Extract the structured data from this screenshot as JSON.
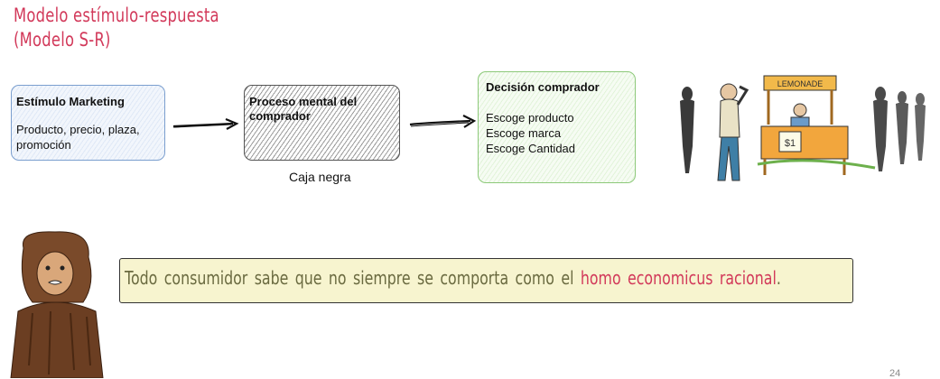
{
  "title": {
    "line1": "Modelo estímulo-respuesta",
    "line2": "(Modelo S-R)"
  },
  "boxes": {
    "stimulus": {
      "heading": "Estímulo Marketing",
      "body": "Producto, precio, plaza, promoción"
    },
    "mental_process": {
      "heading": "Proceso mental del comprador",
      "caption": "Caja negra"
    },
    "decision": {
      "heading": "Decisión comprador",
      "items": [
        "Escoge producto",
        "Escoge marca",
        "Escoge Cantidad"
      ]
    }
  },
  "illustration": {
    "stand_sign": "LEMONADE",
    "price_sign": "$1"
  },
  "banner": {
    "text_before": "Todo consumidor sabe que no siempre se comporta como el ",
    "highlight": "homo economicus racional",
    "text_after": "."
  },
  "colors": {
    "title": "#d2395a",
    "highlight": "#d2395a",
    "stimulus_border": "#7b9fcf",
    "decision_border": "#8dc97a",
    "banner_bg": "#f7f4cf"
  },
  "page_number": "24"
}
